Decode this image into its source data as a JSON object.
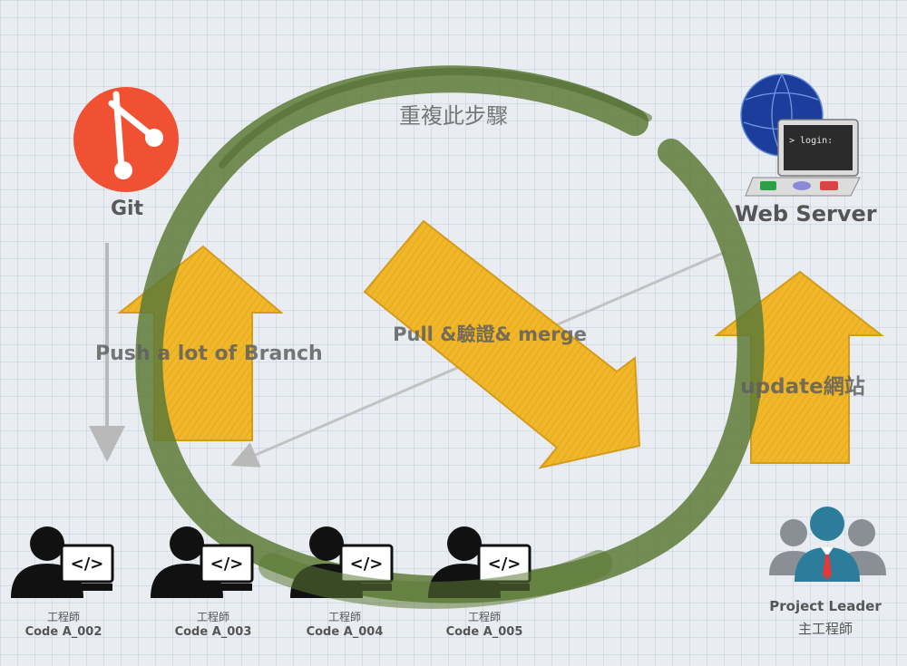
{
  "git": {
    "label": "Git",
    "brand_color": "#f05133"
  },
  "server": {
    "label": "Web Server",
    "terminal_text": "> login:"
  },
  "cycle": {
    "label": "重複此步驟",
    "color": "#5d7a37"
  },
  "steps": {
    "push": "Push a lot of Branch",
    "pull": "Pull &驗證& merge",
    "update": "update網站"
  },
  "arrow_color": "#f0b72a",
  "engineers": [
    {
      "role": "工程師",
      "code": "Code A_002"
    },
    {
      "role": "工程師",
      "code": "Code A_003"
    },
    {
      "role": "工程師",
      "code": "Code A_004"
    },
    {
      "role": "工程師",
      "code": "Code A_005"
    }
  ],
  "leader": {
    "name": "Project Leader",
    "role": "主工程師",
    "accent": "#e03a3a"
  }
}
